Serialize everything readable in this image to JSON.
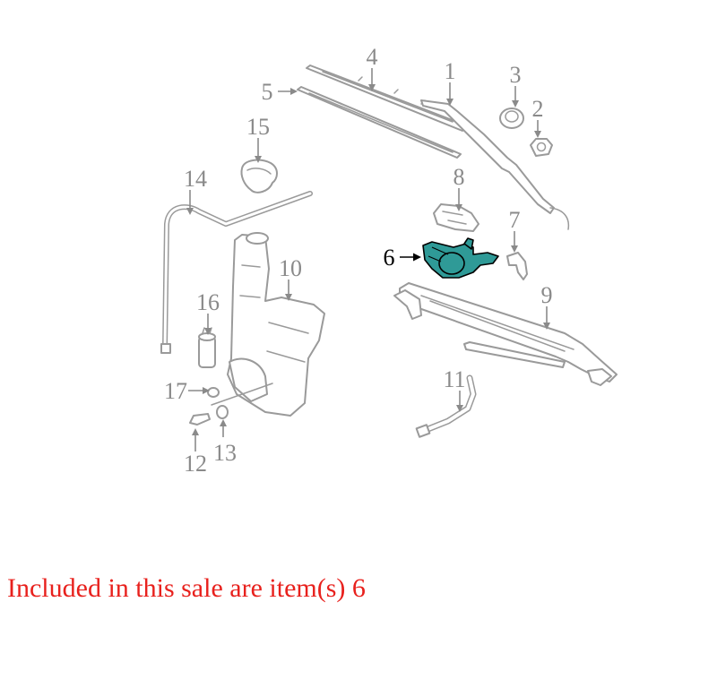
{
  "diagram": {
    "callouts": {
      "c1": "1",
      "c2": "2",
      "c3": "3",
      "c4": "4",
      "c5": "5",
      "c6": "6",
      "c7": "7",
      "c8": "8",
      "c9": "9",
      "c10": "10",
      "c11": "11",
      "c12": "12",
      "c13": "13",
      "c14": "14",
      "c15": "15",
      "c16": "16",
      "c17": "17"
    },
    "highlighted_item": "6",
    "colors": {
      "highlight": "#2f9a97",
      "line": "#9a9a9a",
      "caption": "#e8211d"
    }
  },
  "caption": "Included in this sale are item(s) 6"
}
